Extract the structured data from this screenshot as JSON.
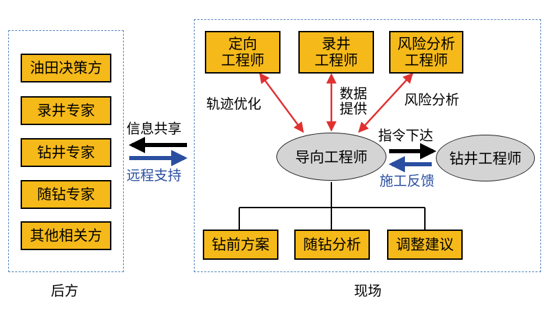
{
  "left_panel": {
    "items": [
      "油田决策方",
      "录井专家",
      "钻井专家",
      "随钻专家",
      "其他相关方"
    ],
    "caption": "后方"
  },
  "right_panel": {
    "caption": "现场",
    "top_boxes": [
      "定向\n工程师",
      "录井\n工程师",
      "风险分析\n工程师"
    ],
    "bottom_boxes": [
      "钻前方案",
      "随钻分析",
      "调整建议"
    ],
    "center_node": "导向工程师",
    "right_node": "钻井工程师",
    "arrow_labels": {
      "trajectory": "轨迹优化",
      "data": "数据\n提供",
      "risk": "风险分析",
      "command": "指令下达",
      "feedback": "施工反馈"
    }
  },
  "link_labels": {
    "info_share": "信息共享",
    "remote_support": "远程支持"
  },
  "colors": {
    "box_fill": "#f5b91a",
    "ellipse_fill": "#d4d4d4",
    "panel_border": "#4f81bd",
    "red_arrow": "#e03030",
    "blue_arrow": "#2a4fa0",
    "blue_text": "#2a4fa0"
  }
}
